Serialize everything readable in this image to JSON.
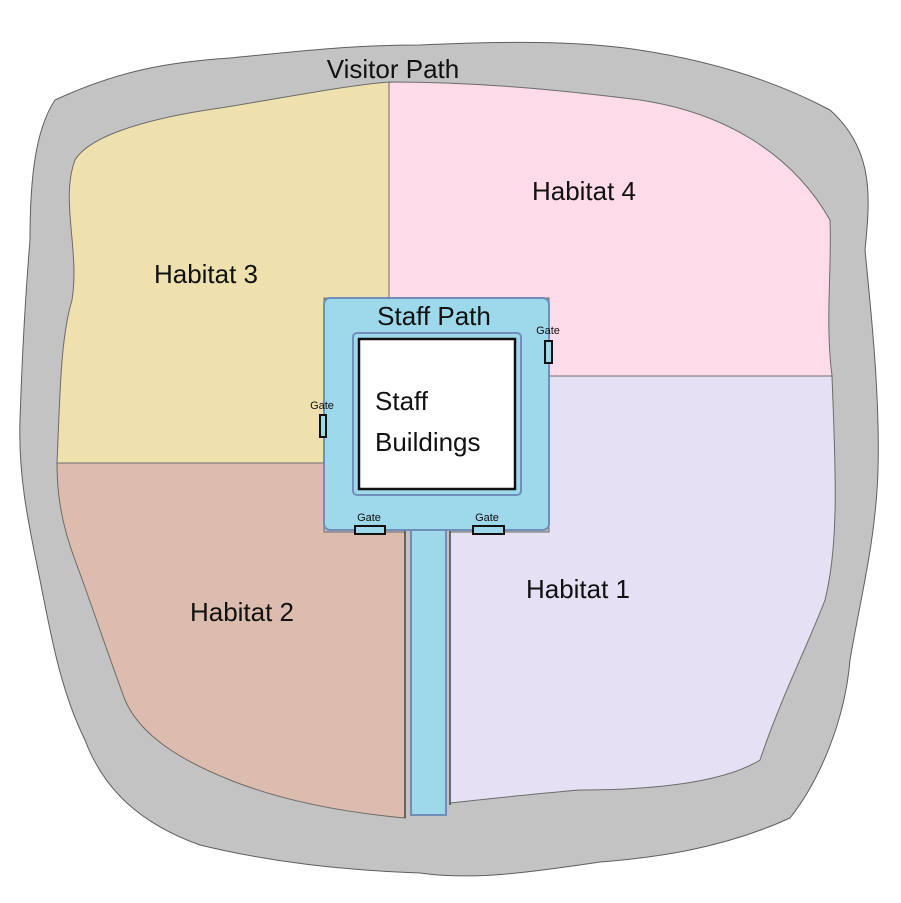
{
  "labels": {
    "visitor_path": "Visitor Path",
    "staff_path": "Staff Path",
    "staff_buildings_line1": "Staff",
    "staff_buildings_line2": "Buildings",
    "habitat_1": "Habitat 1",
    "habitat_2": "Habitat 2",
    "habitat_3": "Habitat 3",
    "habitat_4": "Habitat 4",
    "gate": "Gate"
  },
  "colors": {
    "visitor_path": "#c3c3c3",
    "habitat_1": "#e6e0f4",
    "habitat_2": "#dcbcae",
    "habitat_3": "#efe1ae",
    "habitat_4": "#fedbe8",
    "staff_path": "#9dd9ea",
    "staff_path_border": "#6f8fb8",
    "staff_buildings": "#ffffff"
  }
}
